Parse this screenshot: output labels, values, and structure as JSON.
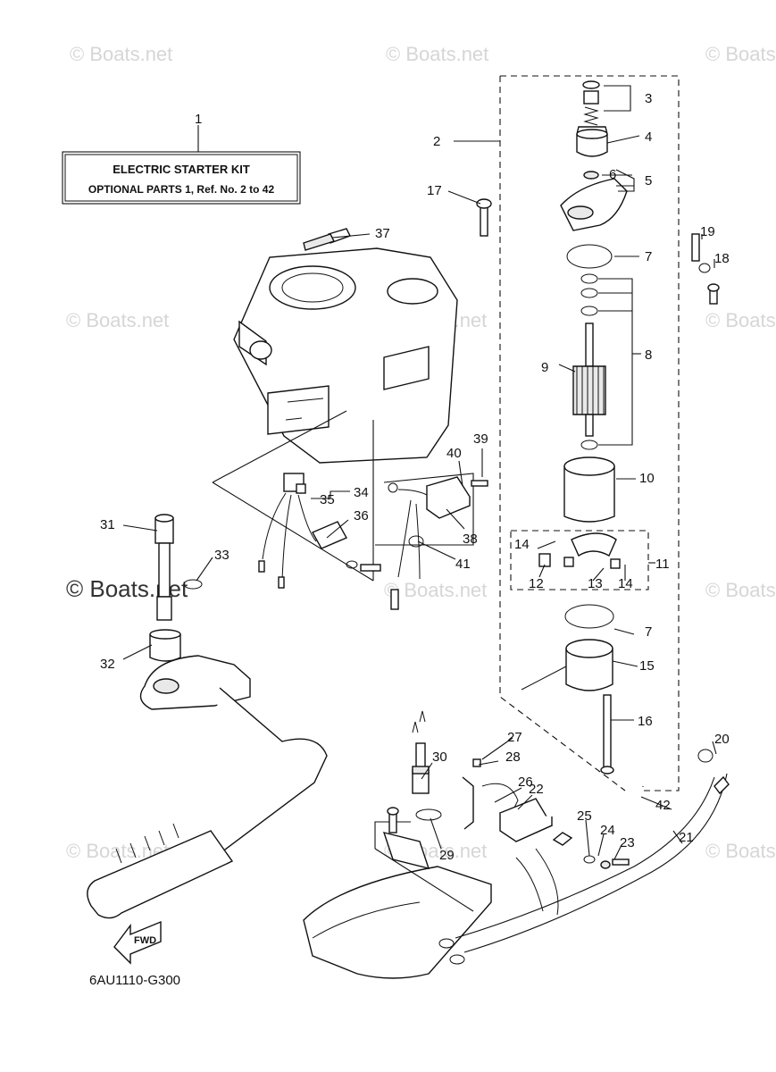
{
  "title_box": {
    "line1": "ELECTRIC  STARTER KIT",
    "line2": "OPTIONAL PARTS 1, Ref. No. 2 to 42"
  },
  "diagram_code": "6AU1110-G300",
  "fwd_label": "FWD",
  "watermark": "© Boats.net",
  "callouts": [
    "1",
    "2",
    "3",
    "4",
    "5",
    "6",
    "7",
    "7",
    "8",
    "9",
    "10",
    "11",
    "12",
    "13",
    "14",
    "14",
    "15",
    "16",
    "17",
    "18",
    "19",
    "20",
    "21",
    "22",
    "23",
    "24",
    "25",
    "26",
    "27",
    "28",
    "29",
    "30",
    "31",
    "32",
    "33",
    "34",
    "35",
    "36",
    "37",
    "38",
    "39",
    "40",
    "41",
    "42"
  ]
}
